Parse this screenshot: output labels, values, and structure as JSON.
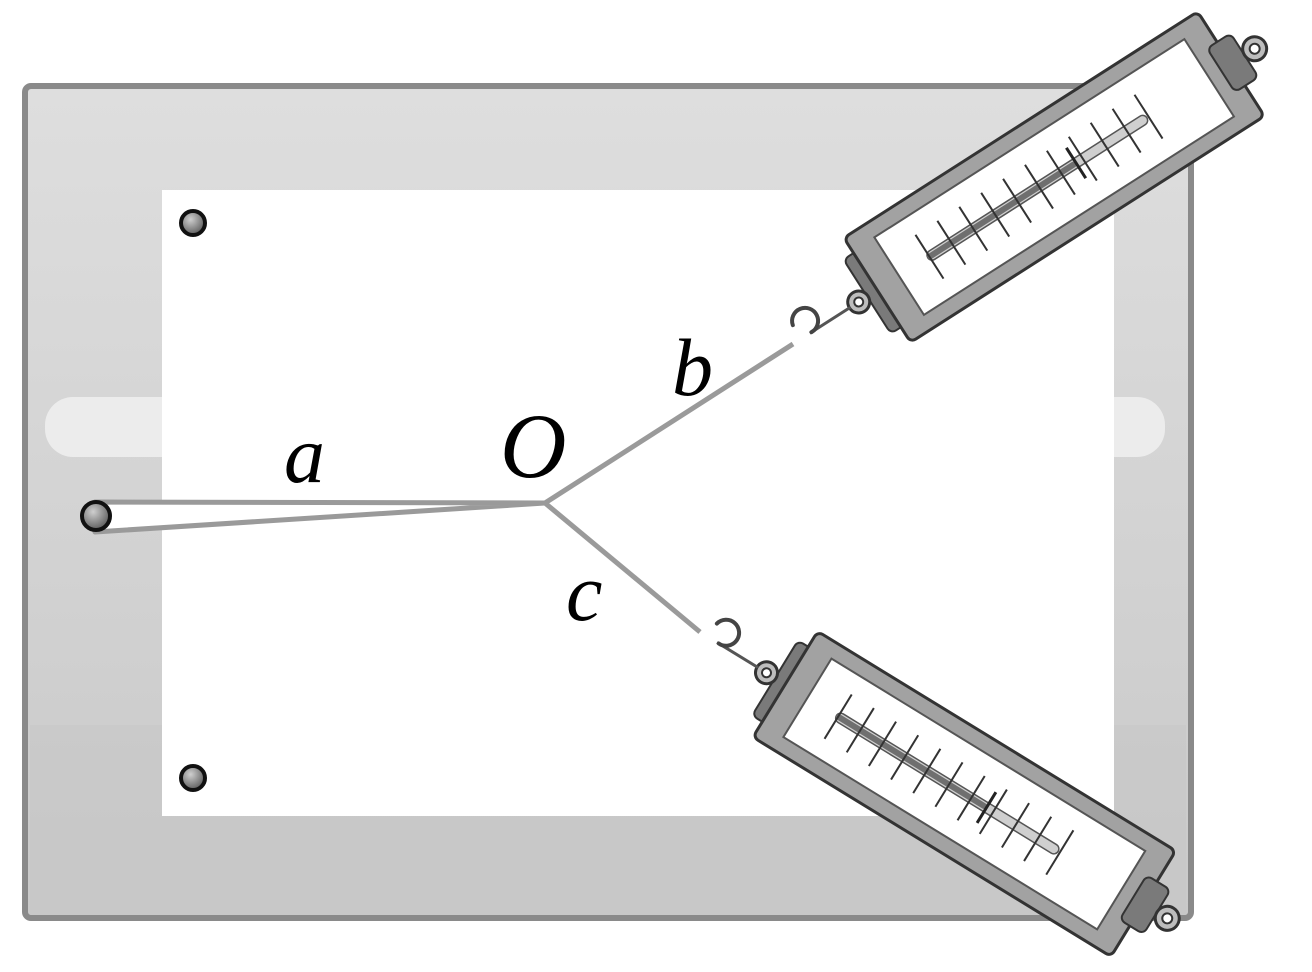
{
  "labels": {
    "a": "a",
    "b": "b",
    "c": "c",
    "O": "O"
  },
  "colors": {
    "board_frame": "#d2d2d2",
    "board_border": "#8a8a8a",
    "paper": "#ffffff",
    "string": "#9a9a9a",
    "scale_body": "#9c9c9c",
    "scale_face": "#ffffff",
    "scale_edge": "#3a3a3a"
  },
  "scale_ticks": 11
}
